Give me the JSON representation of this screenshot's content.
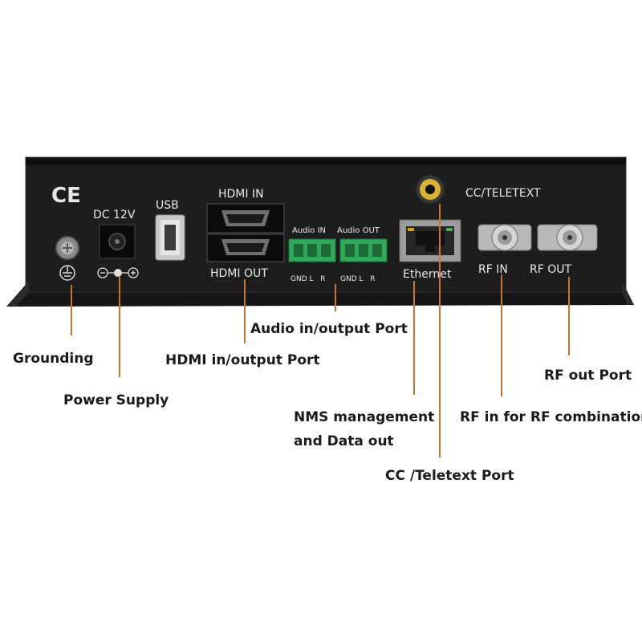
{
  "panel": {
    "ce_mark": "CE",
    "dc_label": "DC 12V",
    "usb_label": "USB",
    "hdmi_in_label": "HDMI IN",
    "hdmi_out_label": "HDMI OUT",
    "audio_in_label": "Audio IN",
    "audio_out_label": "Audio OUT",
    "gnd_l_r_left": "GND L   R",
    "gnd_l_r_right": "GND L   R",
    "ethernet_label": "Ethernet",
    "cc_teletext_label": "CC/TELETEXT",
    "rf_in_label": "RF IN",
    "rf_out_label": "RF OUT"
  },
  "callouts": {
    "grounding": "Grounding",
    "power_supply": "Power Supply",
    "hdmi_port": "HDMI in/output Port",
    "audio_port": "Audio in/output Port",
    "nms_line1": "NMS management",
    "nms_line2": "and Data out",
    "cc_port": "CC /Teletext Port",
    "rf_in_port": "RF in for RF combination",
    "rf_out_port": "RF out Port"
  },
  "colors": {
    "leader": "#c8762c",
    "panel": "#1f1f1f",
    "terminal": "#2fa85a"
  }
}
